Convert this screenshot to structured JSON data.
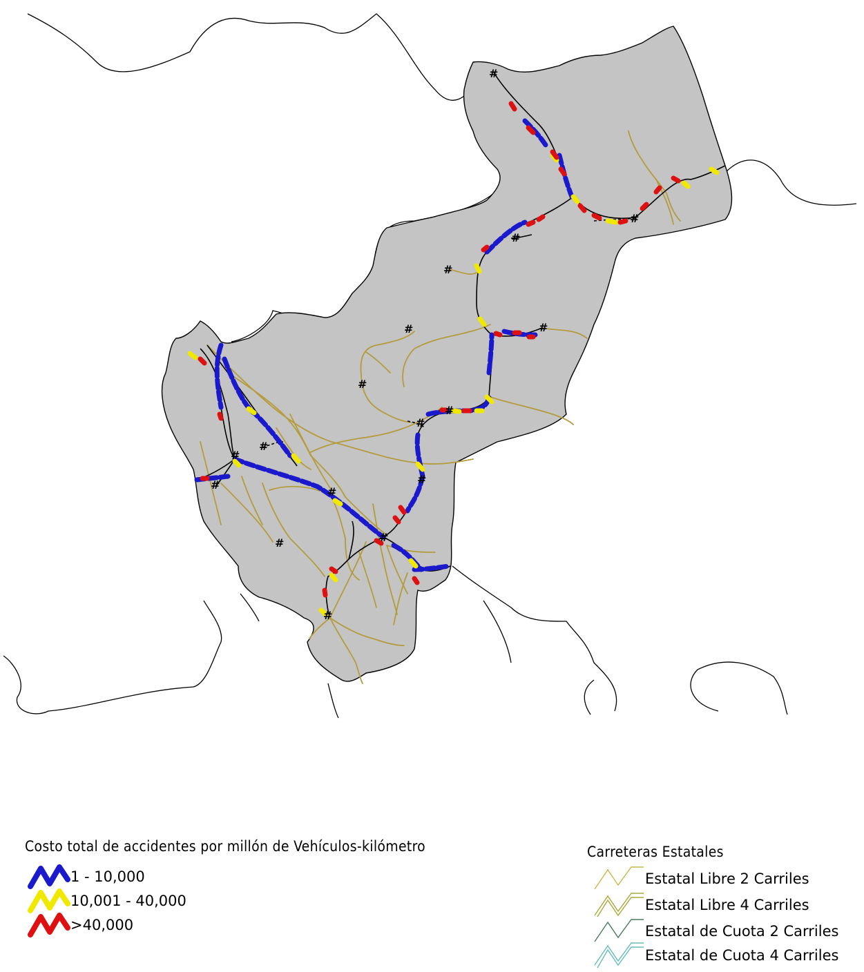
{
  "map": {
    "colors": {
      "region_fill": "#c4c4c4",
      "border": "#000000",
      "state_road": "#b49b3c",
      "cost_low": "#1a1acc",
      "cost_mid": "#f0e800",
      "cost_high": "#dd1111"
    }
  },
  "legend_cost": {
    "title": "Costo total de accidentes por millón de Vehículos-kilómetro",
    "items": [
      {
        "label": "1 - 10,000",
        "color": "#1a1acc"
      },
      {
        "label": "10,001 - 40,000",
        "color": "#f0e800"
      },
      {
        "label": ">40,000",
        "color": "#dd1111"
      }
    ]
  },
  "legend_roads": {
    "title": "Carreteras Estatales",
    "items": [
      {
        "label": "Estatal Libre 2 Carriles",
        "color": "#c8b84a"
      },
      {
        "label": "Estatal Libre 4 Carriles",
        "color": "#a8a83a"
      },
      {
        "label": "Estatal de Cuota 2 Carriles",
        "color": "#4a7a5a"
      },
      {
        "label": "Estatal de Cuota 4 Carriles",
        "color": "#66bbbb"
      }
    ]
  }
}
